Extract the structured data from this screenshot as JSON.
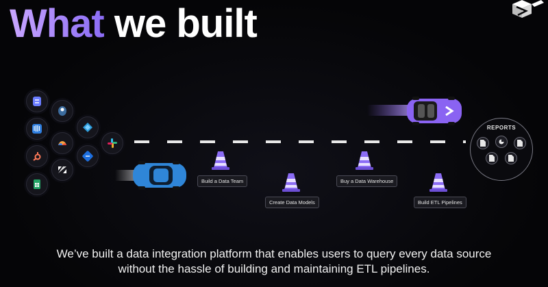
{
  "header": {
    "title_accent": "What",
    "title_rest": "we built"
  },
  "sources": [
    {
      "icon": "segment-icon"
    },
    {
      "icon": "postgres-icon"
    },
    {
      "icon": "intercom-icon"
    },
    {
      "icon": "jira-icon"
    },
    {
      "icon": "google-analytics-icon"
    },
    {
      "icon": "slack-icon"
    },
    {
      "icon": "hubspot-icon"
    },
    {
      "icon": "linear-icon"
    },
    {
      "icon": "zendesk-icon"
    },
    {
      "icon": "google-sheets-icon"
    }
  ],
  "milestones": [
    {
      "label": "Build a Data Team"
    },
    {
      "label": "Create Data Models"
    },
    {
      "label": "Buy a Data Warehouse"
    },
    {
      "label": "Build ETL Pipelines"
    }
  ],
  "reports": {
    "title": "REPORTS",
    "icons": [
      "document-icon",
      "pie-chart-icon",
      "document-icon",
      "document-icon",
      "document-icon"
    ]
  },
  "caption": "We’ve built a data integration platform that enables users to query every data source without the hassle of building and maintaining ETL pipelines.",
  "colors": {
    "accent_start": "#c9a6ff",
    "accent_end": "#8b6cf5",
    "blue_car": "#2f86d8",
    "purple_car": "#8a63f2",
    "cone": "#8b6cf5"
  }
}
